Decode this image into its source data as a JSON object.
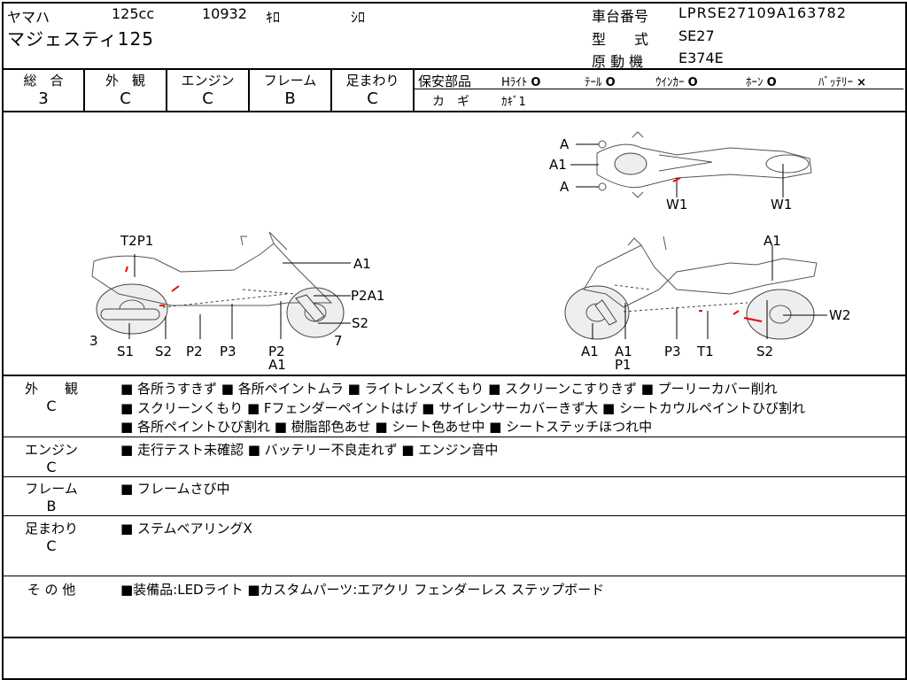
{
  "header": {
    "maker": "ヤマハ",
    "displacement": "125cc",
    "mileage": "10932",
    "mileage_unit": "ｷﾛ",
    "color": "ｼﾛ",
    "model_name": "マジェスティ125",
    "frame_no_label": "車台番号",
    "frame_no": "LPRSE27109A163782",
    "model_label": "型　　式",
    "model_code": "SE27",
    "engine_label": "原 動 機",
    "engine_code": "E374E"
  },
  "grades": {
    "headers": [
      "総　合",
      "外　観",
      "エンジン",
      "フレーム",
      "足まわり"
    ],
    "values": [
      "3",
      "C",
      "C",
      "B",
      "C"
    ]
  },
  "safety": {
    "label": "保安部品",
    "items": [
      {
        "name": "Hﾗｲﾄ",
        "mark": "O"
      },
      {
        "name": "ﾃｰﾙ",
        "mark": "O"
      },
      {
        "name": "ｳｲﾝｶｰ",
        "mark": "O"
      },
      {
        "name": "ﾎｰﾝ",
        "mark": "O"
      },
      {
        "name": "ﾊﾞｯﾃﾘｰ",
        "mark": "×"
      }
    ],
    "key_label": "カ　ギ",
    "key_value": "ｶｷﾞ1"
  },
  "diagram": {
    "left_labels": [
      "T2P1",
      "A1",
      "P2A1",
      "S2",
      "3",
      "S1",
      "S2",
      "P2",
      "P3",
      "P2",
      "A1",
      "7"
    ],
    "right_labels": [
      "A1",
      "W2",
      "A1",
      "A1",
      "P1",
      "P3",
      "T1",
      "S2"
    ],
    "top_labels": [
      "A",
      "A1",
      "A",
      "W1",
      "W1"
    ]
  },
  "sections": [
    {
      "label": "外　　観",
      "grade": "C",
      "lines": [
        "■ 各所うすきず ■ 各所ペイントムラ ■ ライトレンズくもり ■ スクリーンこすりきず ■ プーリーカバー削れ",
        "■ スクリーンくもり ■ Fフェンダーペイントはげ ■ サイレンサーカバーきず大 ■ シートカウルペイントひび割れ",
        "■ 各所ペイントひび割れ ■ 樹脂部色あせ ■ シート色あせ中 ■ シートステッチほつれ中"
      ]
    },
    {
      "label": "エンジン",
      "grade": "C",
      "lines": [
        "■ 走行テスト未確認 ■ バッテリー不良走れず ■ エンジン音中"
      ]
    },
    {
      "label": "フレーム",
      "grade": "B",
      "lines": [
        "■ フレームさび中"
      ]
    },
    {
      "label": "足まわり",
      "grade": "C",
      "lines": [
        "■ ステムベアリングX"
      ]
    },
    {
      "label": "そ の 他",
      "grade": "",
      "lines": [
        "■装備品:LEDライト ■カスタムパーツ:エアクリ フェンダーレス ステップボード"
      ]
    }
  ]
}
